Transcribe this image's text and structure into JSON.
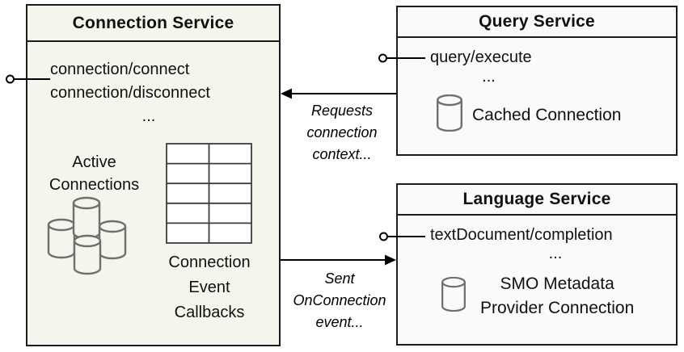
{
  "colors": {
    "canvas-bg": "#ffffff",
    "connection-fill": "#f3f6ed",
    "service-fill": "#f9fafb",
    "border": "#1c1c1c",
    "cylinder-stroke": "#6f6f6f",
    "grid-stroke": "#3c3c3c",
    "text": "#111111",
    "line": "#000000"
  },
  "connection_service": {
    "title": "Connection Service",
    "methods": [
      "connection/connect",
      "connection/disconnect",
      "..."
    ],
    "active_connections": [
      "Active",
      "Connections"
    ],
    "callbacks_label": [
      "Connection",
      "Event",
      "Callbacks"
    ],
    "table": {
      "rows": 5,
      "cols": 2
    }
  },
  "query_service": {
    "title": "Query Service",
    "method": "query/execute",
    "ellipsis": "...",
    "cached_connection": "Cached Connection"
  },
  "language_service": {
    "title": "Language Service",
    "method": "textDocument/completion",
    "ellipsis": "...",
    "smo_connection": [
      "SMO Metadata",
      "Provider Connection"
    ]
  },
  "edges": {
    "requests_label": [
      "Requests",
      "connection",
      "context..."
    ],
    "sent_label": [
      "Sent",
      "OnConnection",
      "event..."
    ]
  }
}
